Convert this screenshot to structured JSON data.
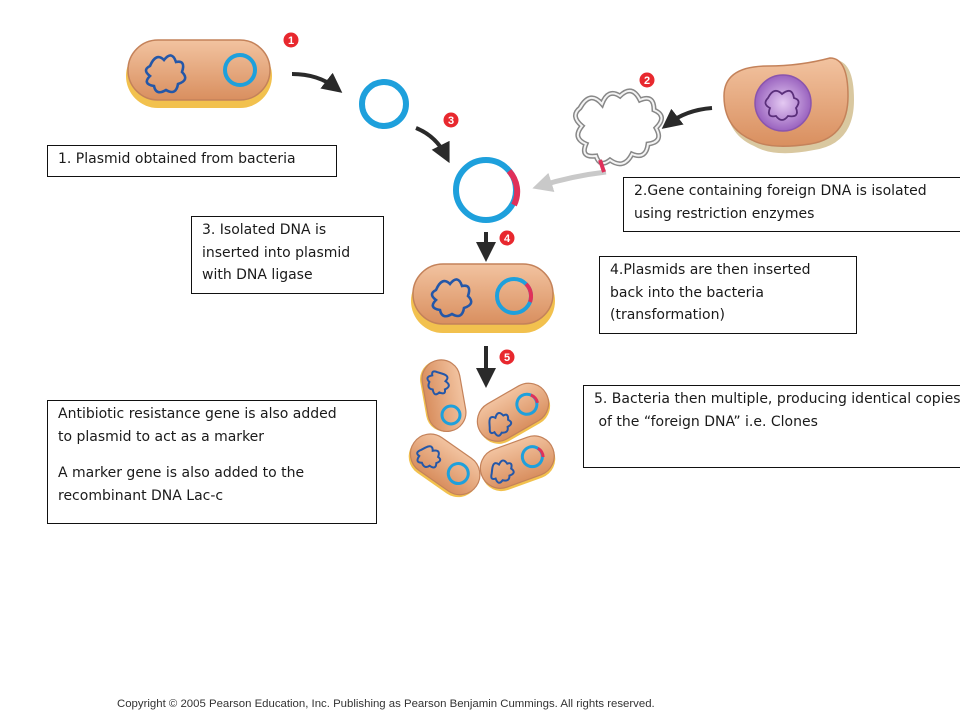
{
  "steps": [
    "1",
    "2",
    "3",
    "4",
    "5"
  ],
  "boxes": {
    "step1": [
      "1. Plasmid obtained from bacteria"
    ],
    "step2": [
      "2.Gene containing  foreign DNA is isolated",
      "using restriction enzymes"
    ],
    "step3": [
      "3. Isolated DNA is",
      "inserted into plasmid",
      "with DNA ligase"
    ],
    "step4": [
      "4.Plasmids are then inserted",
      "back into the bacteria",
      "(transformation)"
    ],
    "step5": [
      "5. Bacteria then multiple, producing identical copies",
      " of the “foreign DNA” i.e. Clones"
    ],
    "marker": [
      "Antibiotic resistance gene is also added",
      "to plasmid to act as a marker",
      "",
      "A marker gene is also added to the",
      "recombinant  DNA Lac-c"
    ]
  },
  "copyright": "Copyright ©  2005 Pearson Education, Inc. Publishing as Pearson Benjamin Cummings. All rights reserved.",
  "colors": {
    "bacteria_fill": "#e8a978",
    "bacteria_rim": "#f2c14e",
    "plasmid": "#1ea0dc",
    "foreign_dna": "#e0305a",
    "step_badge": "#e8282e",
    "arrow": "#2a2a2a",
    "nucleus": "#a77ac8"
  }
}
